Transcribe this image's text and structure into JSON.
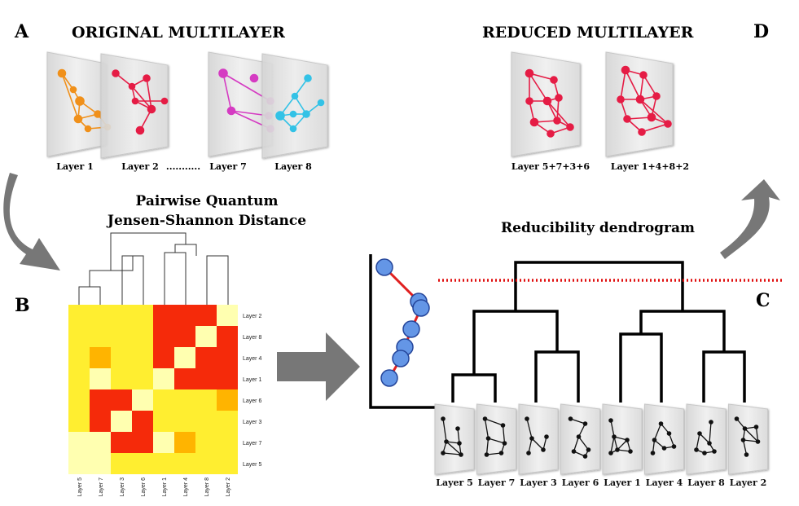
{
  "panels": {
    "a": {
      "letter": "A",
      "title": "ORIGINAL MULTILAYER"
    },
    "b": {
      "letter": "B",
      "title_line1": "Pairwise Quantum",
      "title_line2": "Jensen-Shannon Distance"
    },
    "c": {
      "letter": "C",
      "title": "Reducibility dendrogram"
    },
    "d": {
      "letter": "D",
      "title": "REDUCED MULTILAYER"
    }
  },
  "original_layers": {
    "labels": [
      "Layer 1",
      "Layer 2",
      "Layer 7",
      "Layer 8"
    ],
    "ellipsis": "...........",
    "colors": [
      "#f0901a",
      "#e51c45",
      "#d53bc2",
      "#33c2e6"
    ]
  },
  "reduced_layers": {
    "labels": [
      "Layer 5+7+3+6",
      "Layer 1+4+8+2"
    ],
    "color": "#e51c45"
  },
  "heatmap": {
    "row_labels": [
      "Layer 2",
      "Layer 8",
      "Layer 4",
      "Layer 1",
      "Layer 6",
      "Layer 3",
      "Layer 7",
      "Layer 5"
    ],
    "col_labels": [
      "Layer 5",
      "Layer 7",
      "Layer 3",
      "Layer 6",
      "Layer 1",
      "Layer 4",
      "Layer 8",
      "Layer 2"
    ],
    "colormap": [
      "#ffffb0",
      "#ffee30",
      "#ffb400",
      "#f52a0a"
    ],
    "matrix": [
      [
        0.2,
        0.25,
        0.2,
        0.45,
        0.9,
        0.9,
        0.85,
        0.0
      ],
      [
        0.25,
        0.4,
        0.3,
        0.35,
        0.95,
        0.92,
        0.0,
        0.85
      ],
      [
        0.2,
        0.5,
        0.45,
        0.3,
        0.9,
        0.0,
        0.95,
        0.9
      ],
      [
        0.45,
        0.1,
        0.3,
        0.35,
        0.0,
        0.9,
        0.95,
        0.9
      ],
      [
        0.3,
        0.92,
        0.95,
        0.0,
        0.35,
        0.4,
        0.35,
        0.55
      ],
      [
        0.3,
        0.92,
        0.0,
        0.95,
        0.3,
        0.4,
        0.35,
        0.35
      ],
      [
        0.1,
        0.1,
        0.92,
        0.95,
        0.1,
        0.5,
        0.4,
        0.3
      ],
      [
        0.0,
        0.1,
        0.25,
        0.3,
        0.45,
        0.4,
        0.35,
        0.35
      ]
    ]
  },
  "dendrogram": {
    "leaf_labels": [
      "Layer 5",
      "Layer 7",
      "Layer 3",
      "Layer 6",
      "Layer 1",
      "Layer 4",
      "Layer 8",
      "Layer 2"
    ]
  },
  "colors": {
    "arrow": "#777777",
    "panel": "#e9e9e9",
    "cut_line": "#e01010",
    "point_fill": "#6496e6",
    "point_stroke": "#24459a",
    "curve": "#e02020"
  }
}
